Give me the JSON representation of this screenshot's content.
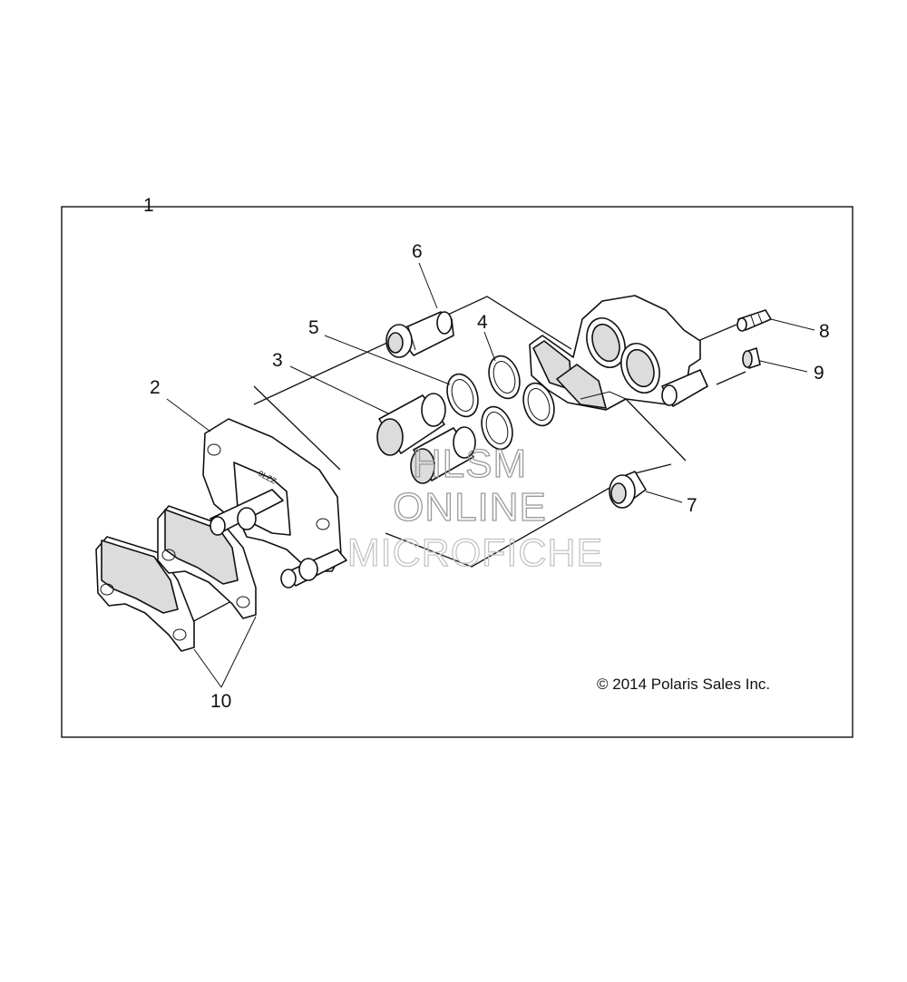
{
  "frame_label": "1",
  "callouts": {
    "c2": "2",
    "c3": "3",
    "c4": "4",
    "c5": "5",
    "c6": "6",
    "c7": "7",
    "c8": "8",
    "c9": "9",
    "c10": "10"
  },
  "watermark": {
    "line1": "HLSM",
    "line2": "ONLINE",
    "line3": "MICROFICHE"
  },
  "bracket_stamp": "9LZZ",
  "copyright": "© 2014 Polaris Sales Inc."
}
